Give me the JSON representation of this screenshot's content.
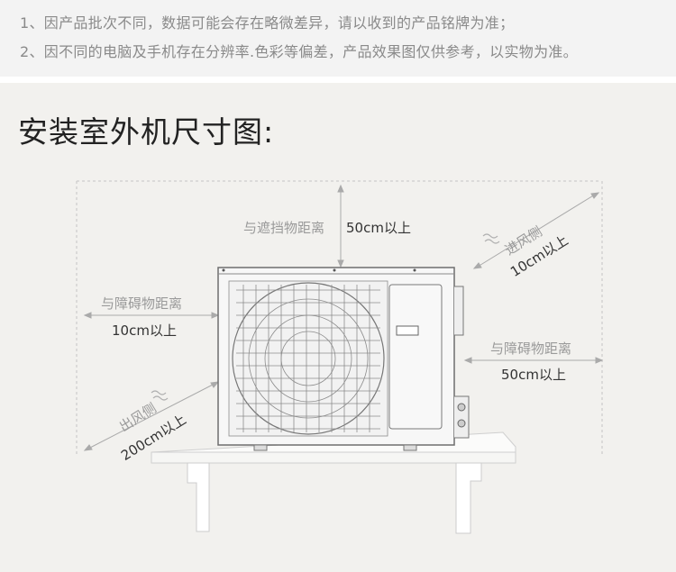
{
  "notices": [
    "1、因产品批次不同，数据可能会存在略微差异，请以收到的产品铭牌为准；",
    "2、因不同的电脑及手机存在分辨率.色彩等偏差，产品效果图仅供参考，以实物为准。"
  ],
  "title": "安装室外机尺寸图:",
  "labels": {
    "top_desc": "与遮挡物距离",
    "top_value": "50cm以上",
    "left_desc": "与障碍物距离",
    "left_value": "10cm以上",
    "right_desc": "与障碍物距离",
    "right_value": "50cm以上",
    "intake_desc": "进风侧",
    "intake_value": "10cm以上",
    "outlet_desc": "出风侧",
    "outlet_value": "200cm以上"
  },
  "colors": {
    "notice_bg": "#f3f3f3",
    "panel_bg": "#f2f1ee",
    "line": "#b9b9b9",
    "text_gray": "#9a9a9a"
  }
}
